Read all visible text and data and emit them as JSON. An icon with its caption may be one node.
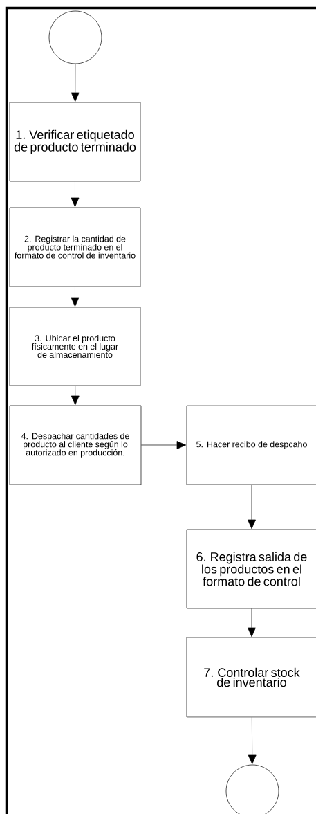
{
  "diagram": {
    "nodes": [
      {
        "text": [],
        "shape": "circle"
      },
      {
        "text": [
          "1. Verificar etiquetado de producto terminado"
        ]
      },
      {
        "text": [
          "2. Registrar la cantidad de producto terminado en el formato de control de inventario"
        ]
      },
      {
        "text": [
          "3. Ubicar el producto físicamente en el lugar de almacenamiento"
        ]
      },
      {
        "text": [
          "4. Despachar cantidades de producto al cliente según lo autorizado en producción."
        ]
      },
      {
        "text": [
          "5. Hacer recibo de despcaho"
        ]
      },
      {
        "text": [
          "6. Registra salida de los productos en el formato de control"
        ]
      },
      {
        "text": [
          "7. Controlar stock de inventario"
        ]
      },
      {
        "text": [],
        "shape": "circle"
      }
    ],
    "edges": [
      {
        "from": 0,
        "to": 1,
        "arrow": "to"
      },
      {
        "from": 1,
        "to": 2,
        "arrow": "to"
      },
      {
        "from": 2,
        "to": 3,
        "arrow": "to"
      },
      {
        "from": 3,
        "to": 4,
        "arrow": "to"
      },
      {
        "from": 4,
        "to": 5,
        "arrow": "to"
      },
      {
        "from": 5,
        "to": 6,
        "arrow": "to"
      },
      {
        "from": 6,
        "to": 7,
        "arrow": "to"
      },
      {
        "from": 7,
        "to": 8,
        "arrow": "to"
      }
    ]
  }
}
